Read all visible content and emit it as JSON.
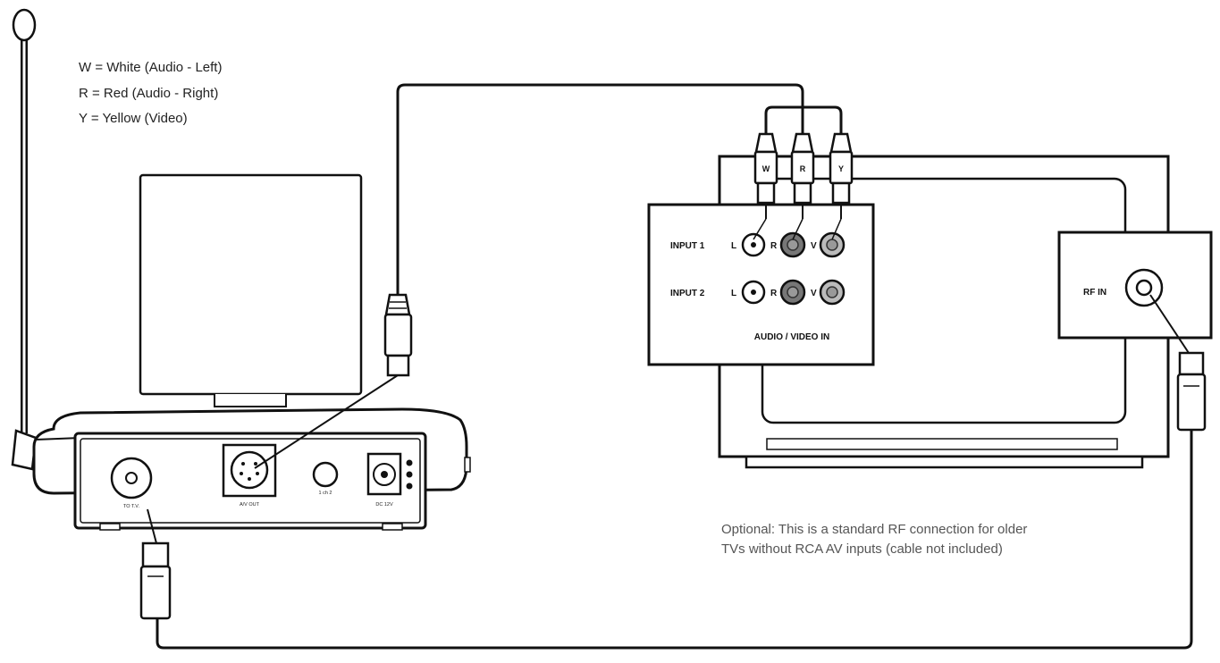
{
  "legend": {
    "white": "W = White (Audio - Left)",
    "red": "R = Red (Audio - Right)",
    "yellow": "Y = Yellow (Video)"
  },
  "receiver": {
    "port_to_tv": "TO T.V.",
    "port_av_out": "A/V OUT",
    "switch_label": "1 ch 2",
    "port_dc": "DC 12V"
  },
  "tv_panel": {
    "input1": "INPUT 1",
    "input2": "INPUT 2",
    "jack_l": "L",
    "jack_r": "R",
    "jack_v": "V",
    "caption": "AUDIO / VIDEO IN",
    "rf_in": "RF IN"
  },
  "plugs": {
    "w": "W",
    "r": "R",
    "y": "Y"
  },
  "note": {
    "line1": "Optional: This is a standard RF connection for older",
    "line2": "TVs without RCA AV inputs (cable not included)"
  },
  "colors": {
    "line": "#111111",
    "background": "#ffffff"
  }
}
